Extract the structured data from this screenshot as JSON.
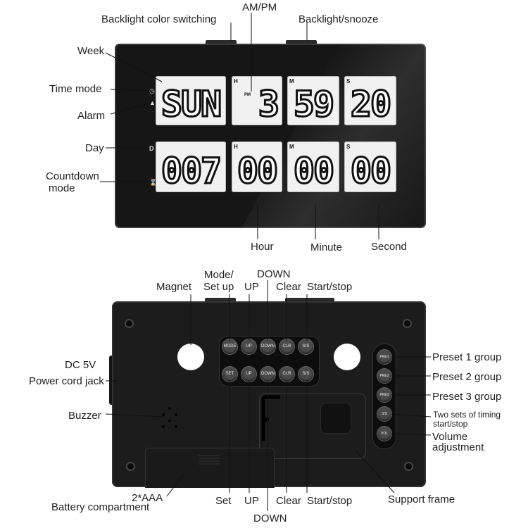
{
  "front": {
    "labels": {
      "backlight_color": "Backlight color switching",
      "ampm": "AM/PM",
      "backlight_snooze": "Backlight/snooze",
      "week": "Week",
      "time_mode": "Time mode",
      "alarm": "Alarm",
      "day": "Day",
      "countdown_1": "Countdown",
      "countdown_2": "mode",
      "hour": "Hour",
      "minute": "Minute",
      "second": "Second"
    },
    "display": {
      "week": "SUN",
      "hour": "3",
      "minute": "59",
      "second": "20",
      "day": "007",
      "cd_hour": "00",
      "cd_minute": "00",
      "cd_second": "00",
      "pm": "PM",
      "tag_h": "H",
      "tag_m": "M",
      "tag_s": "S",
      "tag_d": "D"
    }
  },
  "back": {
    "labels": {
      "magnet": "Magnet",
      "mode_1": "Mode/",
      "mode_2": "Set up",
      "up_top": "UP",
      "down_top": "DOWN",
      "clear_top": "Clear",
      "startstop_top": "Start/stop",
      "dc5v": "DC 5V",
      "power_jack": "Power cord jack",
      "buzzer": "Buzzer",
      "aaa": "2*AAA",
      "battery": "Battery compartment",
      "set_bottom": "Set",
      "up_bottom": "UP",
      "clear_bottom": "Clear",
      "startstop_bottom": "Start/stop",
      "down_bottom": "DOWN",
      "support_frame": "Support frame",
      "preset1": "Preset 1 group",
      "preset2": "Preset 2 group",
      "preset3": "Preset 3 group",
      "two_sets_1": "Two sets of timing",
      "two_sets_2": "start/stop",
      "volume_1": "Volume",
      "volume_2": "adjustment"
    },
    "buttons_row1": [
      "MODE",
      "UP",
      "DOWN",
      "CLR",
      "S/S"
    ],
    "buttons_row2": [
      "SET",
      "UP",
      "DOWN",
      "CLR",
      "S/S"
    ],
    "side_buttons": [
      "PRE1",
      "PRE2",
      "PRE3",
      "S/S",
      "VOL"
    ]
  }
}
